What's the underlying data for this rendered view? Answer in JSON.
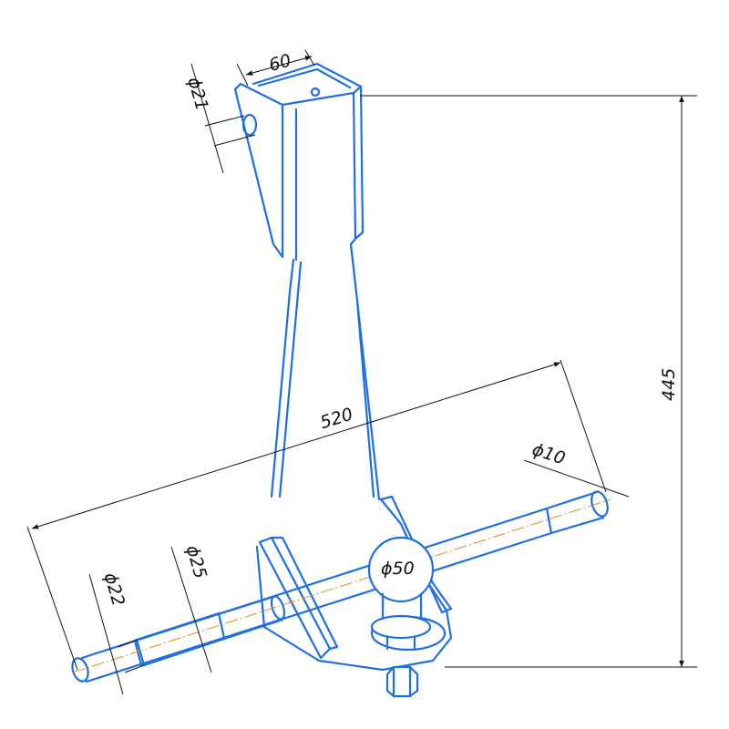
{
  "drawing": {
    "dimensions": {
      "tube_width": "60",
      "hole_upper": "ϕ21",
      "height": "445",
      "length": "520",
      "hole_end": "ϕ10",
      "ball": "ϕ50",
      "shaft_outer": "ϕ25",
      "shaft_inner": "ϕ22"
    },
    "colors": {
      "part": "#1f6fe0",
      "dimension": "#111111",
      "centerline": "#e8891a"
    }
  }
}
